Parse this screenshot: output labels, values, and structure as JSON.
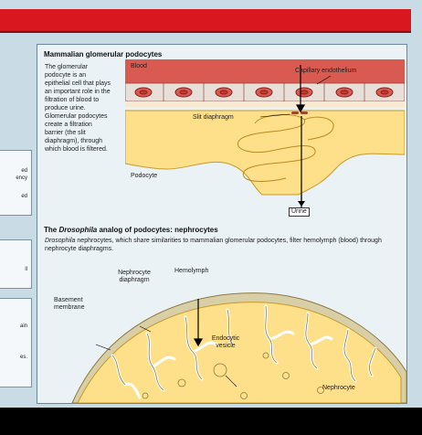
{
  "glomerular": {
    "title": "Mammalian glomerular podocytes",
    "description": "The glomerular podocyte is an epithelial cell that plays an important role in the filtration of blood to produce urine. Glomerular podocytes create a filtration barrier (the slit diaphragm), through which blood is filtered.",
    "labels": {
      "blood": "Blood",
      "capillary_endothelium": "Capillary endothelium",
      "slit_diaphragm": "Slit diaphragm",
      "podocyte": "Podocyte",
      "urine": "Urine"
    }
  },
  "drosophila": {
    "title_pre": "The ",
    "title_italic": "Drosophila",
    "title_post": " analog of podocytes: nephrocytes",
    "desc_italic": "Drosophila",
    "desc_rest": " nephrocytes, which share similarities to mammalian glomerular podocytes, filter hemolymph (blood) through nephrocyte diaphragms.",
    "labels": {
      "nephrocyte_diaphragm": "Nephrocyte diaphragm",
      "hemolymph": "Hemolymph",
      "basement_membrane": "Basement membrane",
      "endocytic_vesicle": "Endocytic vesicle",
      "nephrocyte": "Nephrocyte"
    }
  },
  "left_fragments": {
    "box1": [
      "ed",
      "ency",
      "",
      "ed"
    ],
    "box2": [
      "ll"
    ],
    "box3": [
      "ain",
      "",
      "es."
    ]
  },
  "colors": {
    "banner": "#d8171e",
    "blood": "#d85a50",
    "cell_fill": "#ffe08a",
    "cell_border": "#c79a2a",
    "panel": "#eaf2f6"
  }
}
